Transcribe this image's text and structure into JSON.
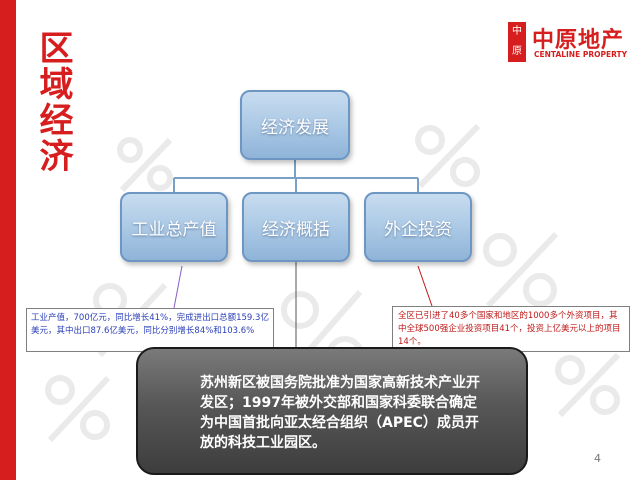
{
  "slide": {
    "title": "区域经济",
    "page_number": "4"
  },
  "logo": {
    "seal_text": "中原",
    "name_cn": "中原地产",
    "name_en": "CENTALINE PROPERTY"
  },
  "diagram": {
    "root": "经济发展",
    "children": [
      "工业总产值",
      "经济概括",
      "外企投资"
    ]
  },
  "notes": {
    "left": "工业产值，700亿元，同比增长41%，完成进出口总额159.3亿美元，其中出口87.6亿美元，同比分别增长84%和103.6%",
    "right": "全区已引进了40多个国家和地区的1000多个外资项目，其中全球500强企业投资项目41个，投资上亿美元以上的项目14个。"
  },
  "summary": "苏州新区被国务院批准为国家高新技术产业开发区；1997年被外交部和国家科委联合确定为中国首批向亚太经合组织（APEC）成员开放的科技工业园区。",
  "colors": {
    "accent_red": "#d71e1e",
    "node_blue": "#a9c7e4",
    "note_left_text": "#2a3fb8",
    "note_right_text": "#c01818"
  }
}
